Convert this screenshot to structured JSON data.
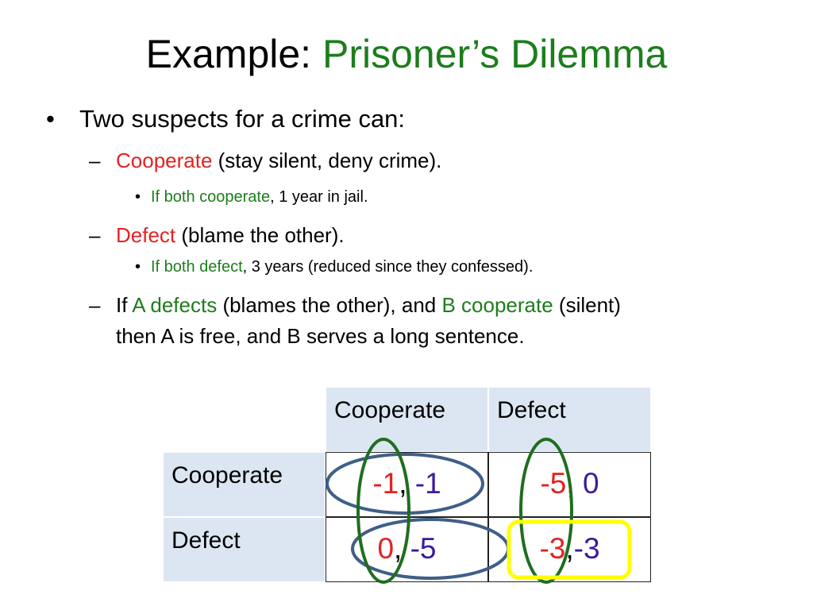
{
  "title": {
    "prefix": "Example: ",
    "highlight": "Prisoner’s Dilemma"
  },
  "bullets": {
    "main": "Two suspects for a crime can:",
    "cooperate": {
      "term": "Cooperate",
      "rest": " (stay silent, deny crime).",
      "sub_term": "If both cooperate",
      "sub_rest": ", 1 year in jail."
    },
    "defect": {
      "term": "Defect",
      "rest": " (blame the other).",
      "sub_term": "If both defect",
      "sub_rest": ", 3 years (reduced since they confessed)."
    },
    "mixed": {
      "pre": "If ",
      "a_term": "A defects",
      "mid": " (blames the other), and ",
      "b_term": "B cooperate",
      "post": " (silent)",
      "line2": "then A is free, and B serves a long sentence."
    }
  },
  "markers": {
    "bullet": "•",
    "dash": "–"
  },
  "table": {
    "col_headers": [
      "Cooperate",
      "Defect"
    ],
    "row_headers": [
      "Cooperate",
      "Defect"
    ],
    "cells": [
      [
        {
          "a": "-1",
          "sep": ", ",
          "b": "-1"
        },
        {
          "a": "-5",
          "sep": ", ",
          "b": "0"
        }
      ],
      [
        {
          "a": "0",
          "sep": ", ",
          "b": "-5"
        },
        {
          "a": "-3",
          "sep": ",",
          "b": "-3"
        }
      ]
    ]
  },
  "colors": {
    "green": "#1d7d1d",
    "red": "#e32222",
    "purple": "#3c1a9c",
    "header_fill": "#dce6f2",
    "ellipse_green": "#1f6e1f",
    "ellipse_blue": "#3f5f88",
    "highlight_box": "#ffff00"
  }
}
